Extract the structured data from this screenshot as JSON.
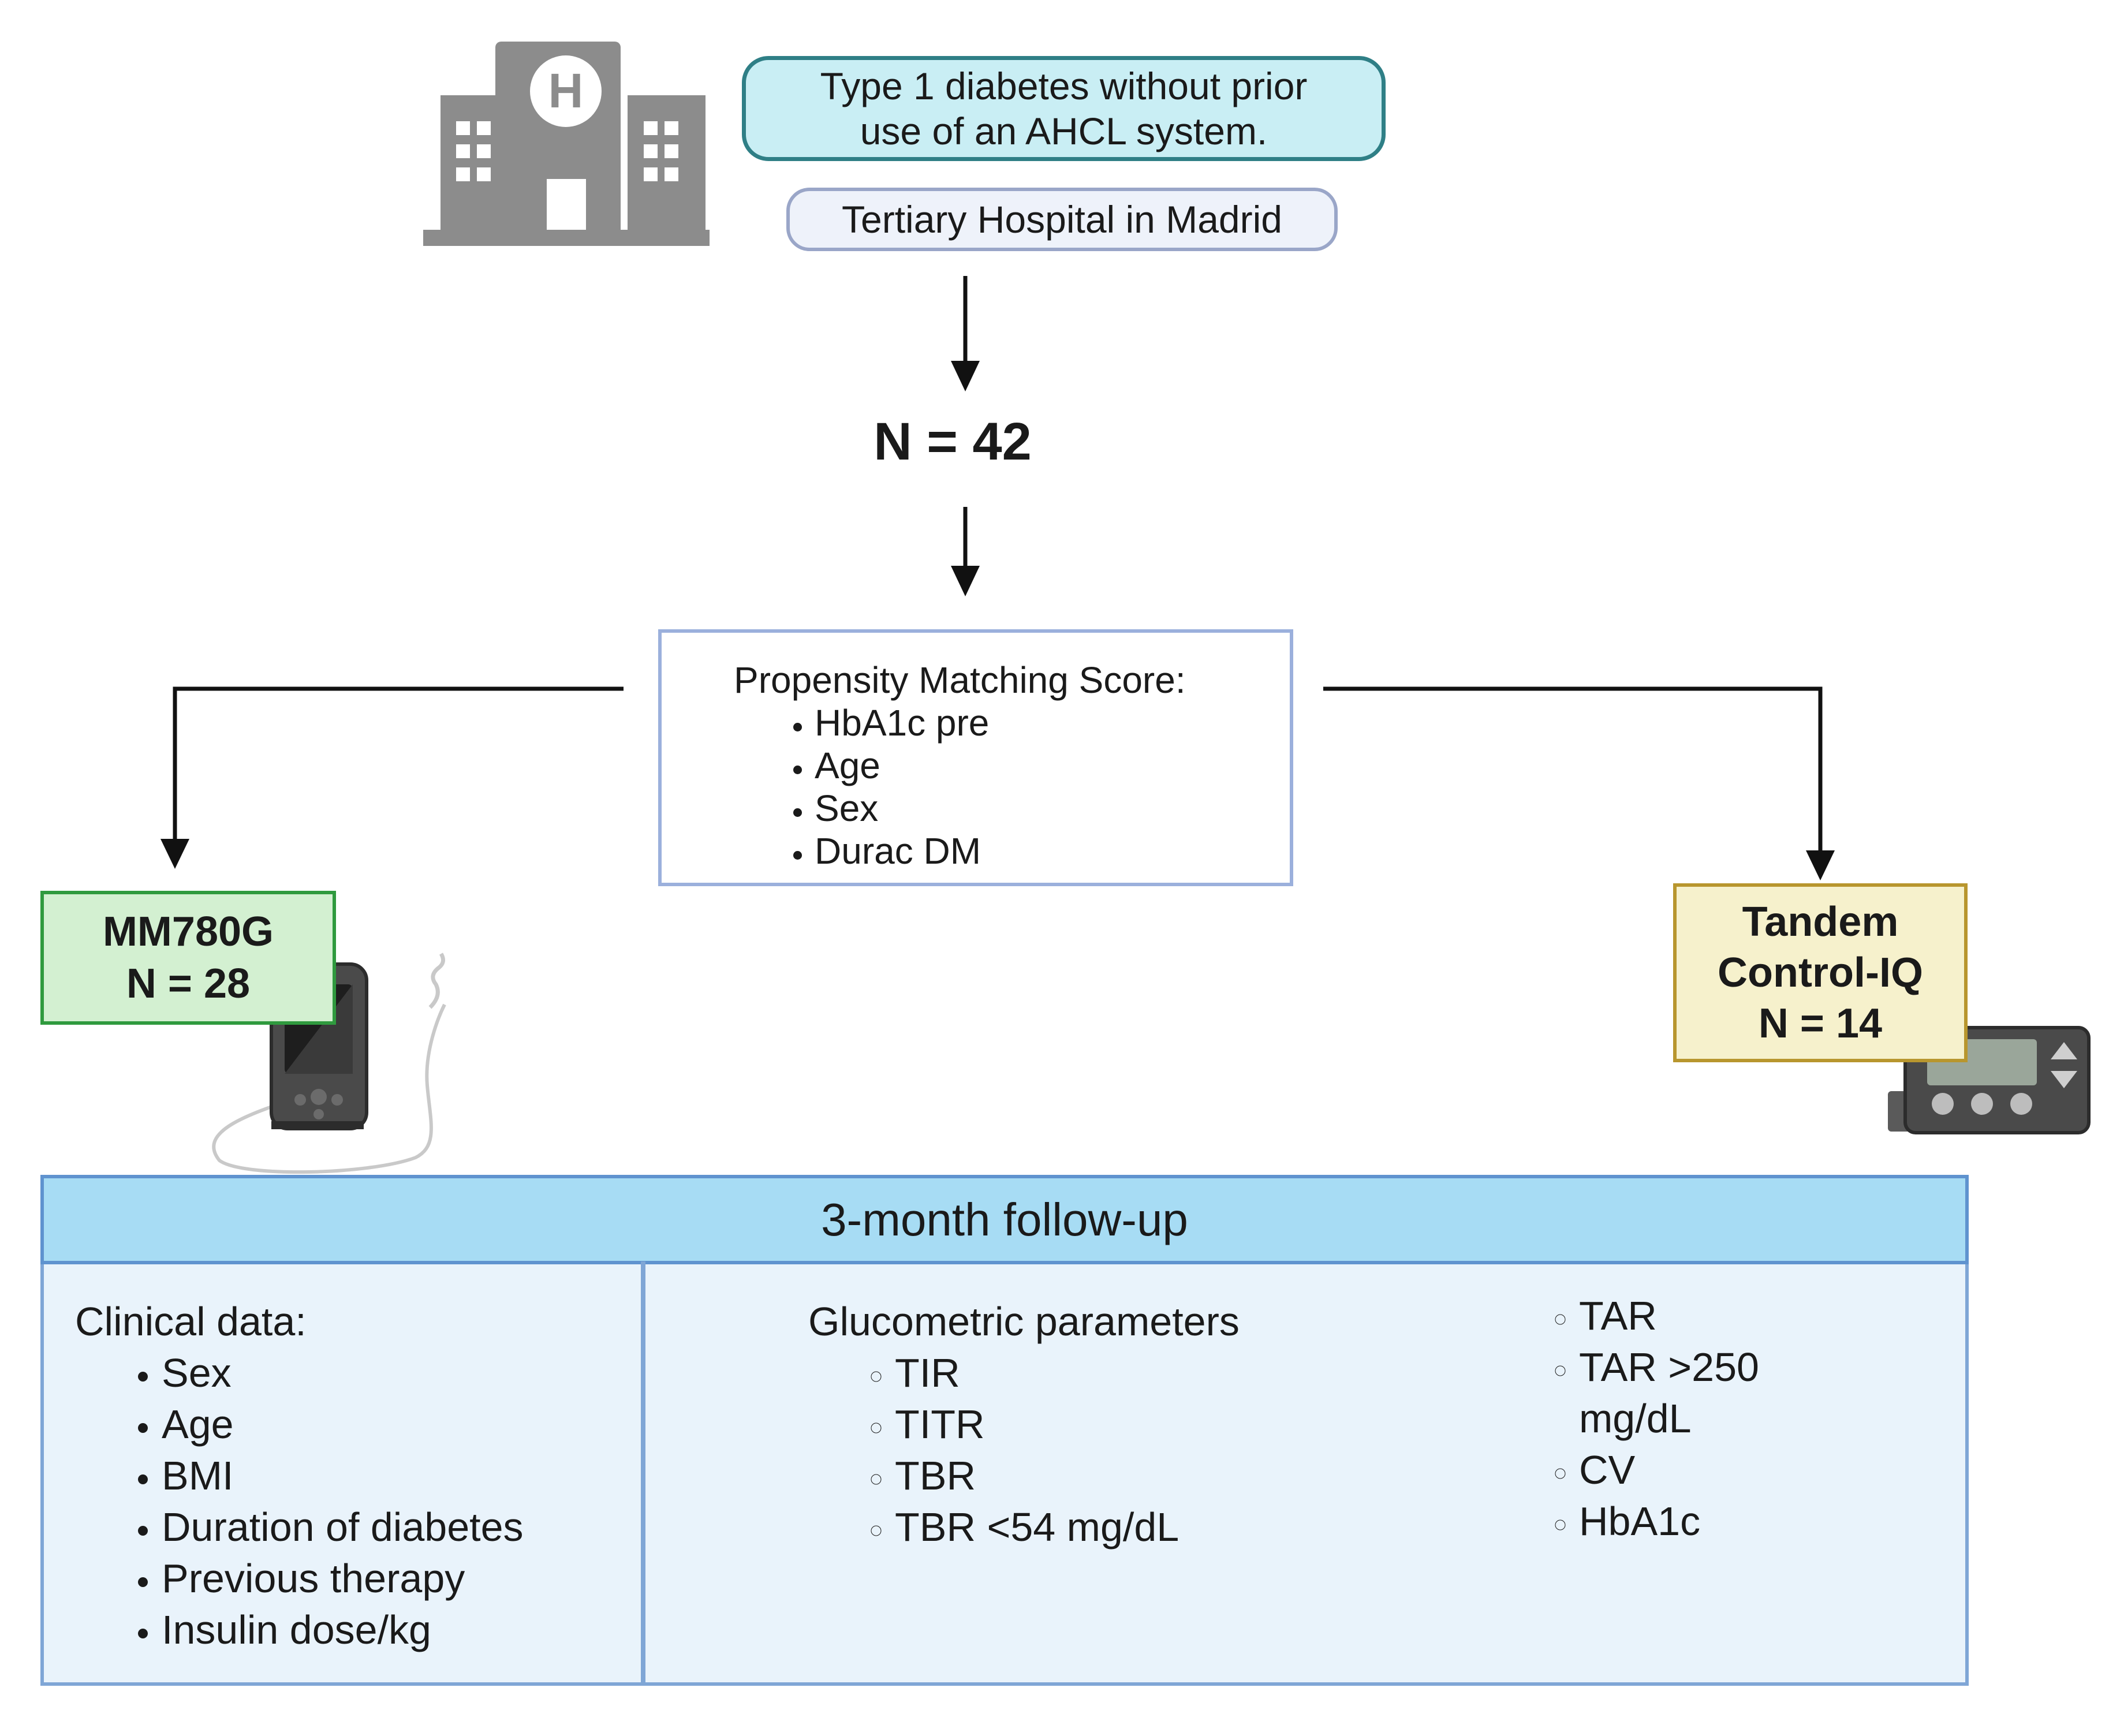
{
  "criteria": {
    "line1": "Type 1 diabetes without prior",
    "line2": "use of an AHCL system."
  },
  "hospital": {
    "icon": "hospital-icon",
    "icon_letter": "H",
    "label": "Tertiary Hospital in Madrid"
  },
  "total": "N = 42",
  "propensity": {
    "title": "Propensity Matching Score:",
    "items": [
      "HbA1c pre",
      "Age",
      "Sex",
      "Durac DM"
    ]
  },
  "groups": {
    "mm780g": {
      "line1": "MM780G",
      "line2": "N = 28",
      "icon": "insulin-pump-icon"
    },
    "tandem": {
      "line1": "Tandem",
      "line2": "Control-IQ",
      "line3": "N = 14",
      "icon": "insulin-pump-icon"
    }
  },
  "followup": {
    "title": "3-month follow-up",
    "clinical": {
      "title": "Clinical data:",
      "items": [
        "Sex",
        "Age",
        "BMI",
        "Duration of diabetes",
        "Previous therapy",
        "Insulin dose/kg"
      ]
    },
    "glucometric": {
      "title": "Glucometric parameters",
      "items_left": [
        "TIR",
        "TITR",
        "TBR",
        "TBR <54 mg/dL"
      ],
      "items_right": [
        "TAR",
        "TAR >250 mg/dL",
        "CV",
        "HbA1c"
      ]
    }
  },
  "colors": {
    "criteria_fill": "#c9eef4",
    "mm780g_fill": "#d3f0d1",
    "tandem_fill": "#f6f1cc",
    "header_fill": "#a7dcf4",
    "panel_fill": "#e9f3fb",
    "hospital_gray": "#8c8c8c"
  }
}
